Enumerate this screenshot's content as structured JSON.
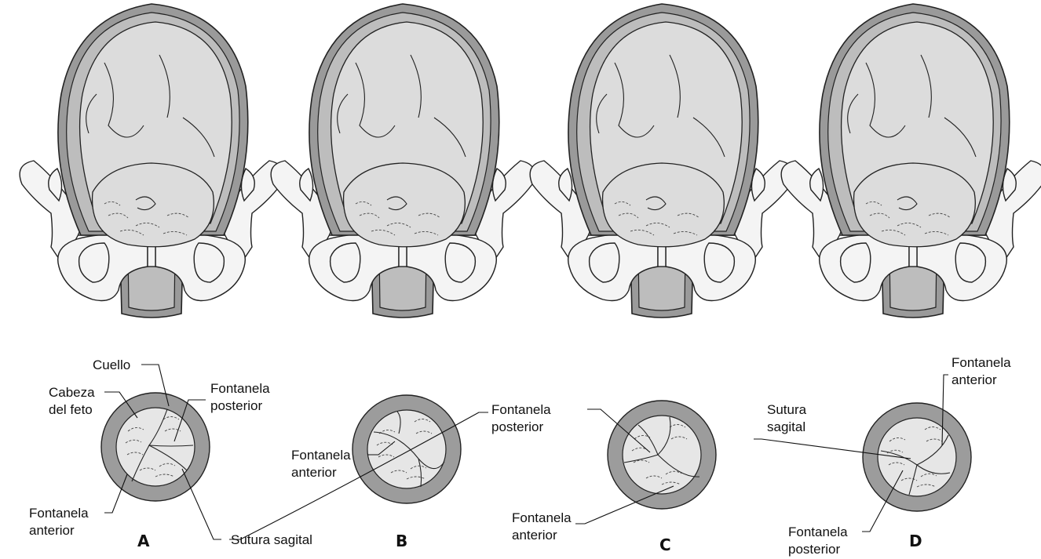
{
  "panels": [
    {
      "letter": "A"
    },
    {
      "letter": "B"
    },
    {
      "letter": "C"
    },
    {
      "letter": "D"
    }
  ],
  "labels": {
    "a_cuello": "Cuello",
    "a_cabeza_1": "Cabeza",
    "a_cabeza_2": "del feto",
    "a_fpost_1": "Fontanela",
    "a_fpost_2": "posterior",
    "a_fant_1": "Fontanela",
    "a_fant_2": "anterior",
    "ab_sutura": "Sutura sagital",
    "b_fant_1": "Fontanela",
    "b_fant_2": "anterior",
    "bc_fpost_1": "Fontanela",
    "bc_fpost_2": "posterior",
    "c_fant_1": "Fontanela",
    "c_fant_2": "anterior",
    "d_sutura_1": "Sutura",
    "d_sutura_2": "sagital",
    "d_fant_1": "Fontanela",
    "d_fant_2": "anterior",
    "d_fpost_1": "Fontanela",
    "d_fpost_2": "posterior"
  }
}
